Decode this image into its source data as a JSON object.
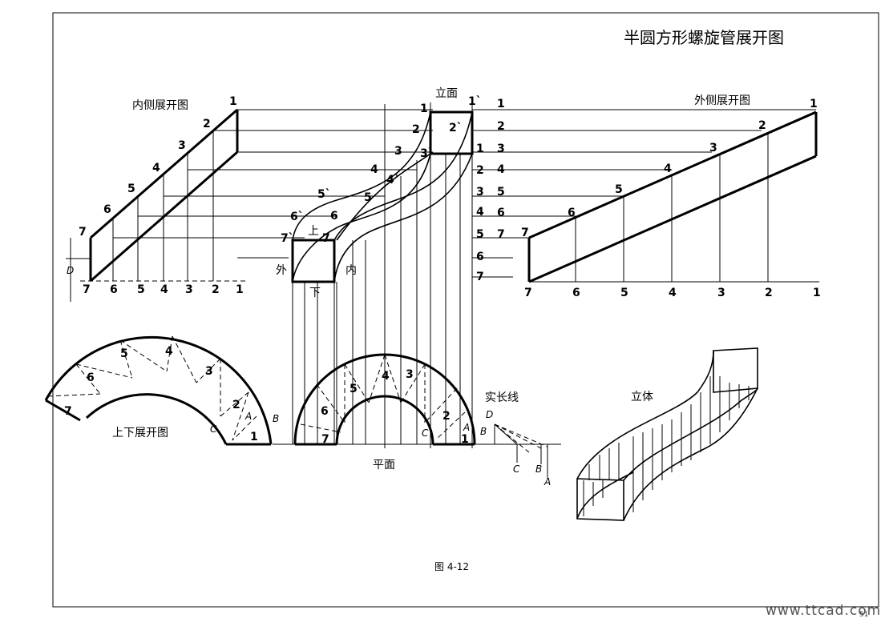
{
  "title": "半圆方形螺旋管展开图",
  "labels": {
    "inner_unfold": "内侧展开图",
    "elevation": "立面",
    "outer_unfold": "外侧展开图",
    "top_bottom_unfold": "上下展开图",
    "plan": "平面",
    "true_length": "实长线",
    "solid": "立体",
    "outer": "外",
    "inner": "内",
    "up": "上",
    "down": "下",
    "figure_caption": "图 4-12",
    "watermark": "www.ttcad.com",
    "corner_mark": "51"
  },
  "numbers": {
    "n1": "1",
    "n2": "2",
    "n3": "3",
    "n4": "4",
    "n5": "5",
    "n6": "6",
    "n7": "7",
    "p1": "1`",
    "p2": "2`",
    "p3": "3`",
    "p4": "4`",
    "p5": "5`",
    "p6": "6`",
    "p7": "7`"
  },
  "letters": {
    "A": "A",
    "B": "B",
    "C": "C",
    "D": "D"
  }
}
